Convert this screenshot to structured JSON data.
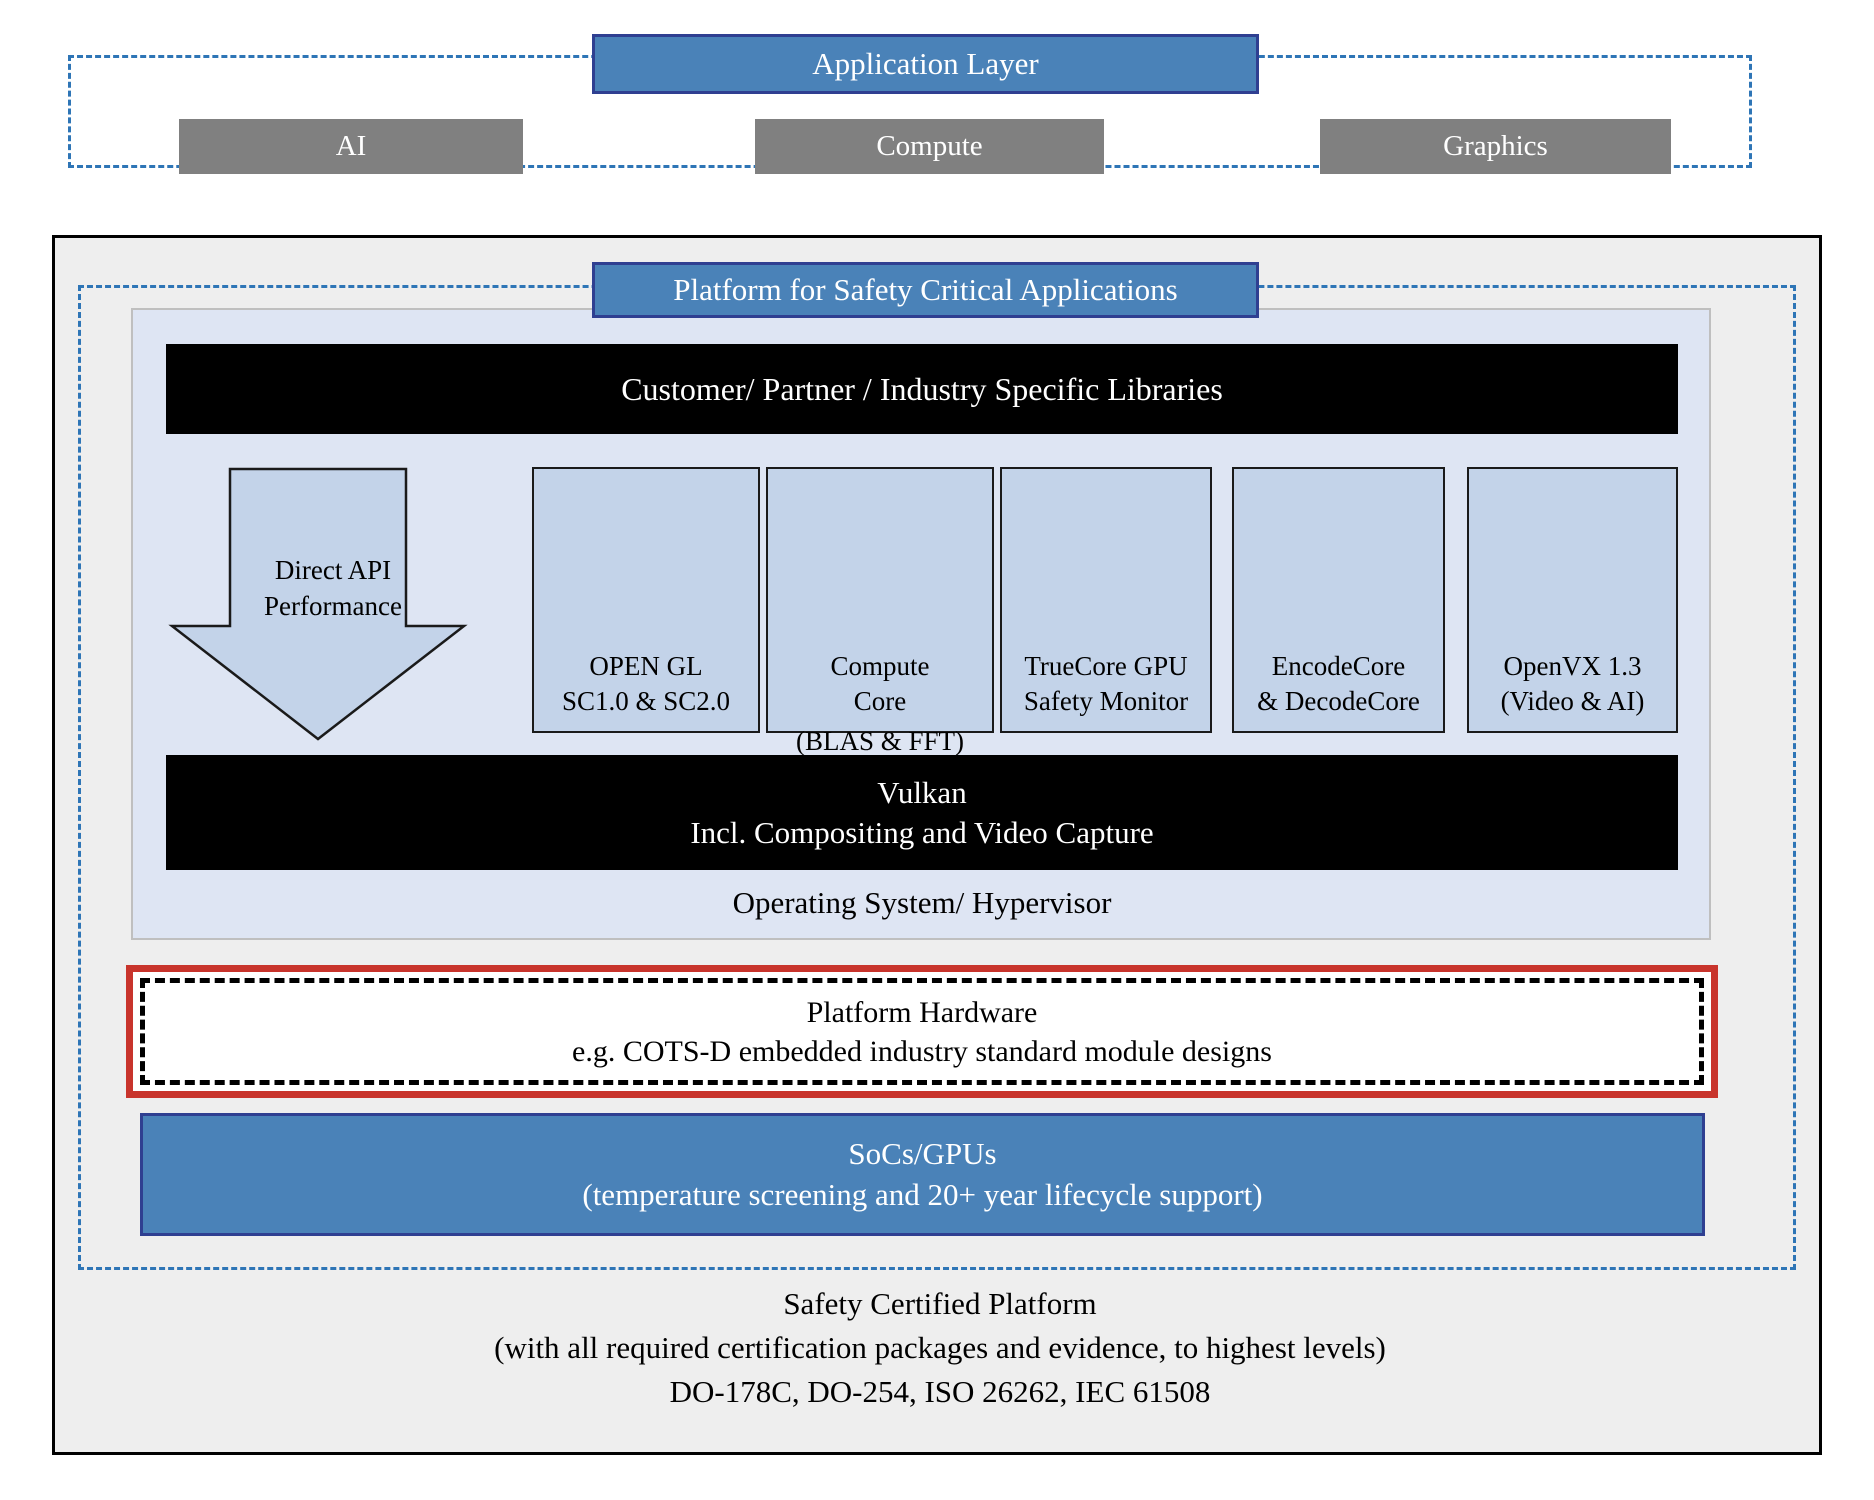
{
  "application_layer": {
    "title": "Application Layer",
    "boxes": [
      {
        "label": "AI"
      },
      {
        "label": "Compute"
      },
      {
        "label": "Graphics"
      }
    ]
  },
  "platform": {
    "title": "Platform for Safety Critical Applications",
    "libraries_bar": "Customer/ Partner / Industry Specific Libraries",
    "arrow": {
      "line1": "Direct API",
      "line2": "Performance"
    },
    "modules": [
      {
        "line1": "OPEN GL",
        "line2": "SC1.0 & SC2.0",
        "line3": ""
      },
      {
        "line1": "Compute",
        "line2": "Core",
        "line3": "(BLAS & FFT)"
      },
      {
        "line1": "TrueCore GPU",
        "line2": "Safety Monitor",
        "line3": ""
      },
      {
        "line1": "EncodeCore",
        "line2": "& DecodeCore",
        "line3": ""
      },
      {
        "line1": "OpenVX 1.3",
        "line2": "(Video & AI)",
        "line3": ""
      }
    ],
    "vulkan": {
      "line1": "Vulkan",
      "line2": "Incl. Compositing and Video Capture"
    },
    "os_hypervisor": "Operating System/ Hypervisor",
    "platform_hardware": {
      "line1": "Platform Hardware",
      "line2": "e.g. COTS-D embedded industry standard module designs"
    },
    "socs_gpus": {
      "line1": "SoCs/GPUs",
      "line2": "(temperature screening and 20+ year lifecycle support)"
    },
    "certification": {
      "line1": "Safety Certified Platform",
      "line2": "(with all required certification packages and evidence, to highest levels)",
      "line3": "DO-178C, DO-254, ISO 26262, IEC 61508"
    }
  },
  "colors": {
    "accent_blue": "#4a82b8",
    "accent_blue_border": "#2f3f91",
    "dashed_blue": "#2e75b6",
    "gray_box": "#808080",
    "panel_blue": "#dee5f3",
    "module_blue": "#c3d3e9",
    "outer_gray": "#eeeeee",
    "hardware_red": "#c8342c",
    "black_bar": "#000000"
  }
}
